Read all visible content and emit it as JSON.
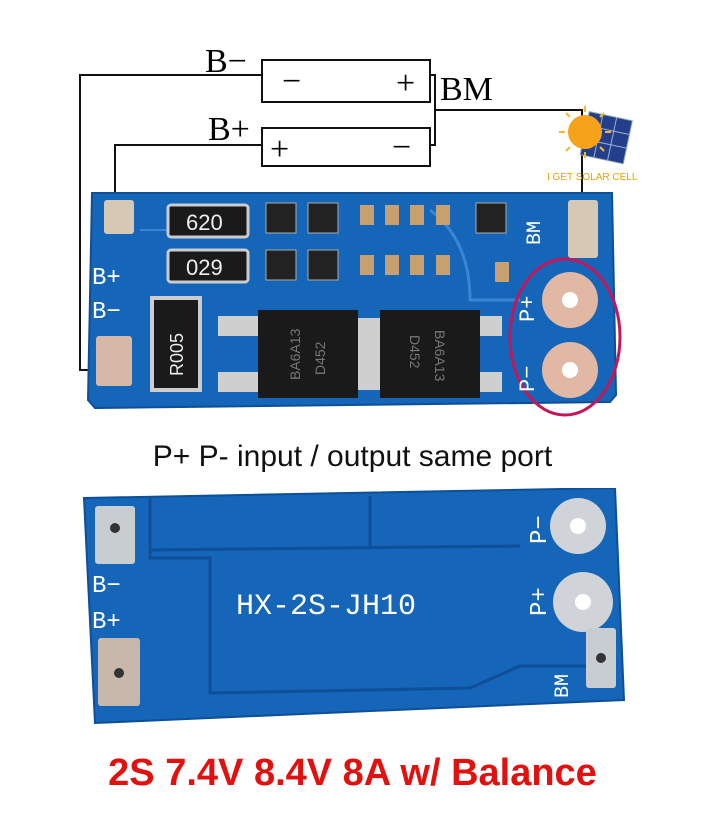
{
  "wiring": {
    "b_minus": "B−",
    "b_plus": "B+",
    "bm": "BM",
    "cell1_neg": "−",
    "cell1_pos": "+",
    "cell2_pos": "+",
    "cell2_neg": "−"
  },
  "logo": {
    "text": "I GET SOLAR CELL"
  },
  "board_top": {
    "resistor1": "620",
    "resistor2": "029",
    "shunt": "R005",
    "mosfet1": "D452",
    "mosfet2": "D452",
    "mosfet_sub1": "BA6A13",
    "mosfet_sub2": "BA6A13",
    "pad_b_plus": "B+",
    "pad_b_minus": "B−",
    "pad_bm": "BM",
    "pad_p_plus": "P+",
    "pad_p_minus": "P−"
  },
  "caption": "P+ P- input / output same port",
  "board_bottom": {
    "model": "HX-2S-JH10",
    "pad_b_minus": "B−",
    "pad_b_plus": "B+",
    "pad_p_minus": "P−",
    "pad_p_plus": "P+",
    "pad_bm": "BM"
  },
  "title": "2S 7.4V 8.4V 8A w/ Balance",
  "colors": {
    "pcb": "#1565b8",
    "pcb_dark": "#0d4f99",
    "title": "#e0110f",
    "highlight": "#c2185b"
  }
}
